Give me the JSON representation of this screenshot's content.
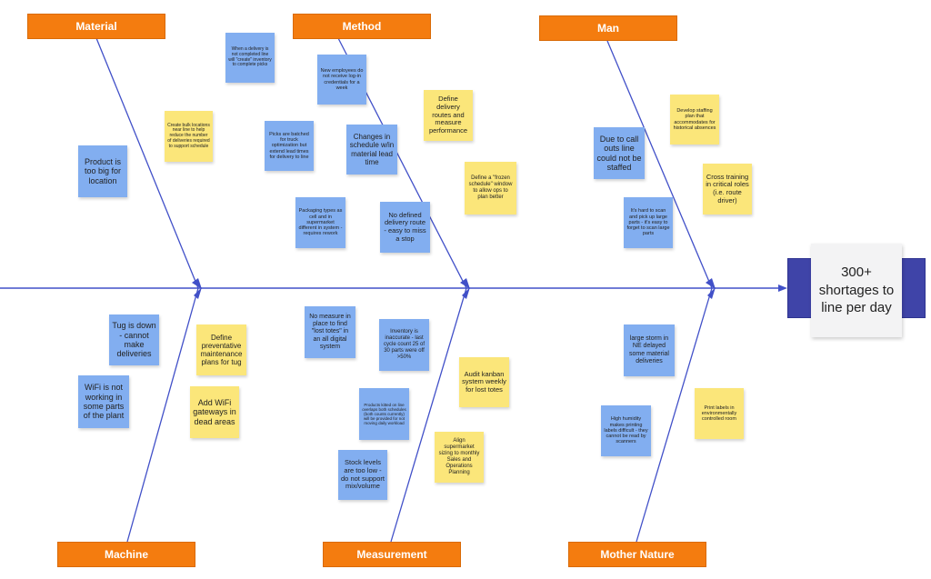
{
  "problem": "300+ shortages to line per day",
  "colors": {
    "category": "#f47c0f",
    "note_blue": "#82aef0",
    "note_yellow": "#fbe67a",
    "spine": "#4150c8",
    "head": "#3f44a8"
  },
  "categories": {
    "material": "Material",
    "method": "Method",
    "man": "Man",
    "machine": "Machine",
    "measurement": "Measurement",
    "mother_nature": "Mother Nature"
  },
  "notes": {
    "delivery_not_completed": "When a delivery is not completed line will \"create\" inventory to complete picks",
    "new_employees_login": "New employees do not receive log-in credentials for a week",
    "create_bulk_locations": "Create bulk locations near line to help reduce the number of deliveries required to support schedule",
    "product_too_big": "Product is too big for location",
    "picks_batched": "Picks are batched for truck optimization but extend lead times for delivery to line",
    "changes_in_schedule": "Changes in schedule w/in material lead time",
    "define_delivery_routes": "Define delivery routes and measure performance",
    "frozen_schedule": "Define a \"frozen schedule\" window to allow ops to plan better",
    "packaging_types": "Packaging types as cell and in supermarket different in system - requires rework",
    "no_defined_route": "No defined delivery route - easy to miss a stop",
    "develop_staffing": "Develop staffing plan that accommodates for historical absences",
    "call_outs": "Due to call outs line could not be staffed",
    "cross_training": "Cross training in critical roles (i.e. route driver)",
    "hard_to_scan": "It's hard to scan and pick up large parts - it's easy to forget to scan large parts",
    "tug_down": "Tug is down - cannot make deliveries",
    "preventative_maintenance": "Define preventative maintenance plans for tug",
    "wifi_not_working": "WiFi is not working in some parts of the plant",
    "add_wifi": "Add WiFi gateways in dead areas",
    "no_measure_lost_totes": "No measure in place to find \"lost totes\" in an all digital system",
    "inventory_inaccurate": "Inventory is inaccurate - last cycle count 25 of 30 parts were off >50%",
    "audit_kanban": "Audit kanban system weekly for lost totes",
    "products_kitted": "Products kitted on line overlaps both schedules (both counts currently) will be provided for not moving daily workload",
    "align_supermarket": "Align supermarket sizing to monthly Sales and Operations Planning",
    "stock_levels": "Stock levels are too low - do not support mix/volume",
    "large_storm": "large storm in NE delayed some material deliveries",
    "high_humidity": "High humidity makes printing labels difficult - they cannot be read by scanners",
    "print_labels": "Print labels in environmentally controlled room"
  }
}
